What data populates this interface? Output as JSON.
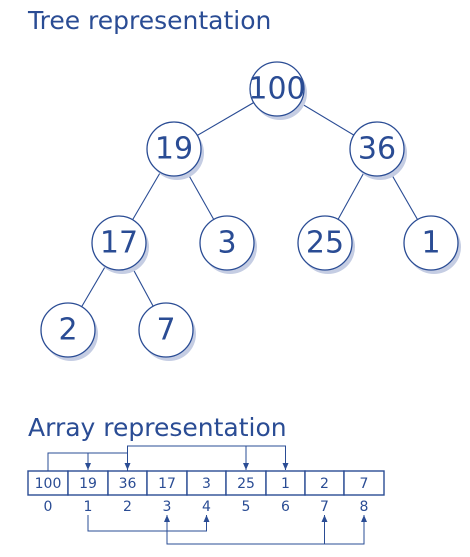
{
  "titles": {
    "tree": "Tree representation",
    "array": "Array representation"
  },
  "colors": {
    "ink": "#2a4c94",
    "shadow": "#c5cde3",
    "background": "#ffffff"
  },
  "tree": {
    "nodes": [
      {
        "value": "100",
        "children": [
          1,
          2
        ]
      },
      {
        "value": "19",
        "children": [
          3,
          4
        ]
      },
      {
        "value": "36",
        "children": [
          5,
          6
        ]
      },
      {
        "value": "17",
        "children": [
          7,
          8
        ]
      },
      {
        "value": "3",
        "children": []
      },
      {
        "value": "25",
        "children": []
      },
      {
        "value": "1",
        "children": []
      },
      {
        "value": "2",
        "children": []
      },
      {
        "value": "7",
        "children": []
      }
    ]
  },
  "array": {
    "cells": [
      "100",
      "19",
      "36",
      "17",
      "3",
      "25",
      "1",
      "2",
      "7"
    ],
    "indices": [
      "0",
      "1",
      "2",
      "3",
      "4",
      "5",
      "6",
      "7",
      "8"
    ],
    "parent_links": [
      {
        "parent": 0,
        "children": [
          1,
          2
        ]
      },
      {
        "parent": 1,
        "children": [
          3,
          4
        ]
      },
      {
        "parent": 2,
        "children": [
          5,
          6
        ]
      },
      {
        "parent": 3,
        "children": [
          7,
          8
        ]
      }
    ]
  }
}
